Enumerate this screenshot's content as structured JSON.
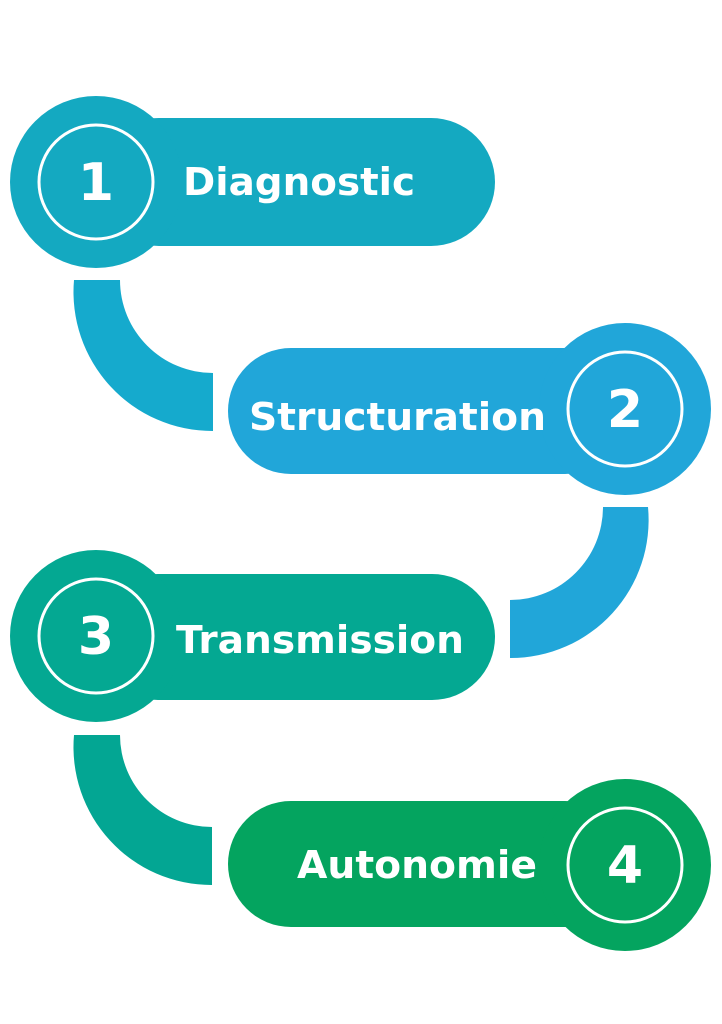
{
  "steps": [
    {
      "number": "1",
      "label": "Diagnostic",
      "color": "#14a9c1"
    },
    {
      "number": "2",
      "label": "Structuration",
      "color": "#21a6d9"
    },
    {
      "number": "3",
      "label": "Transmission",
      "color": "#04a892"
    },
    {
      "number": "4",
      "label": "Autonomie",
      "color": "#04a45f"
    }
  ]
}
